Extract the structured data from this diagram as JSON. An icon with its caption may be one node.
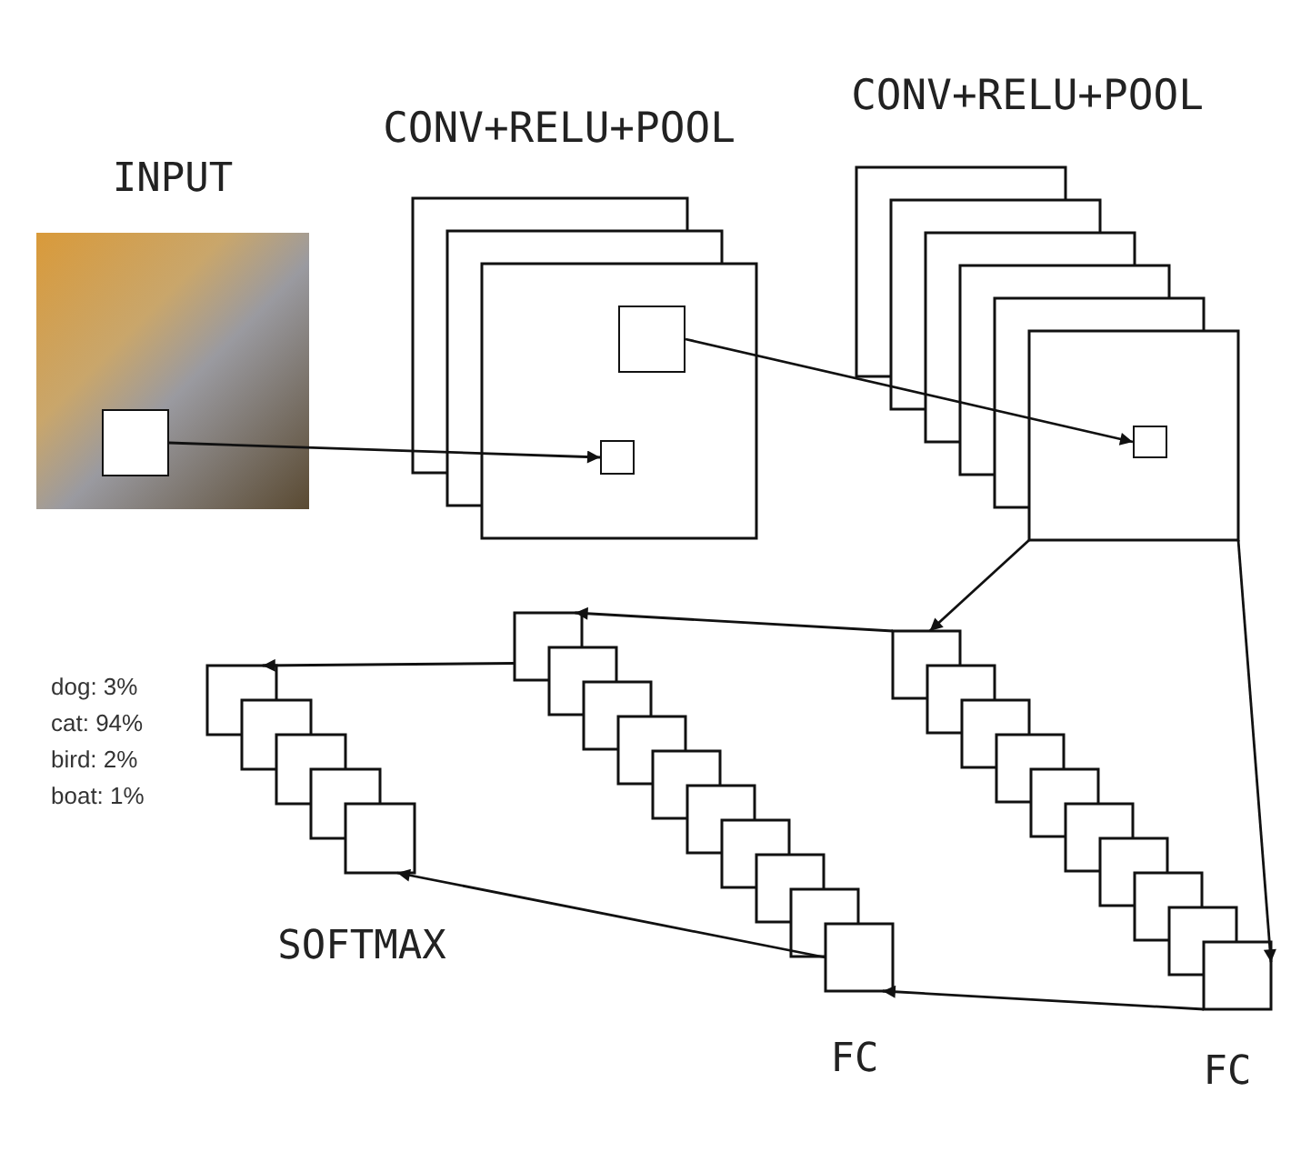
{
  "diagram": {
    "nodes": [
      {
        "text": [
          "INPUT"
        ]
      },
      {
        "text": [],
        "shape": "box",
        "in": 0
      },
      {
        "text": [
          "CONV+RELU+POOL"
        ]
      },
      {
        "text": [],
        "shape": "box",
        "in": 2
      },
      {
        "text": [],
        "shape": "box",
        "in": 2
      },
      {
        "text": [
          "CONV+RELU+POOL"
        ]
      },
      {
        "text": [],
        "shape": "box",
        "in": 5
      },
      {
        "text": [
          "FC"
        ]
      },
      {
        "text": [
          "FC"
        ]
      },
      {
        "text": [
          "SOFTMAX"
        ]
      }
    ],
    "edges": [
      {
        "from": 1,
        "to": 4,
        "arrow": "to"
      },
      {
        "from": 3,
        "to": 6,
        "arrow": "to"
      },
      {
        "from": 5,
        "to": 8,
        "arrow": "to"
      },
      {
        "from": 5,
        "to": 8,
        "arrow": "to"
      },
      {
        "from": 8,
        "to": 7,
        "arrow": "to"
      },
      {
        "from": 8,
        "to": 7,
        "arrow": "to"
      },
      {
        "from": 7,
        "to": 9,
        "arrow": "to"
      },
      {
        "from": 7,
        "to": 9,
        "arrow": "to"
      }
    ],
    "labels": [
      "dog: 3%",
      "cat: 94%",
      "bird: 2%",
      "boat: 1%"
    ]
  }
}
